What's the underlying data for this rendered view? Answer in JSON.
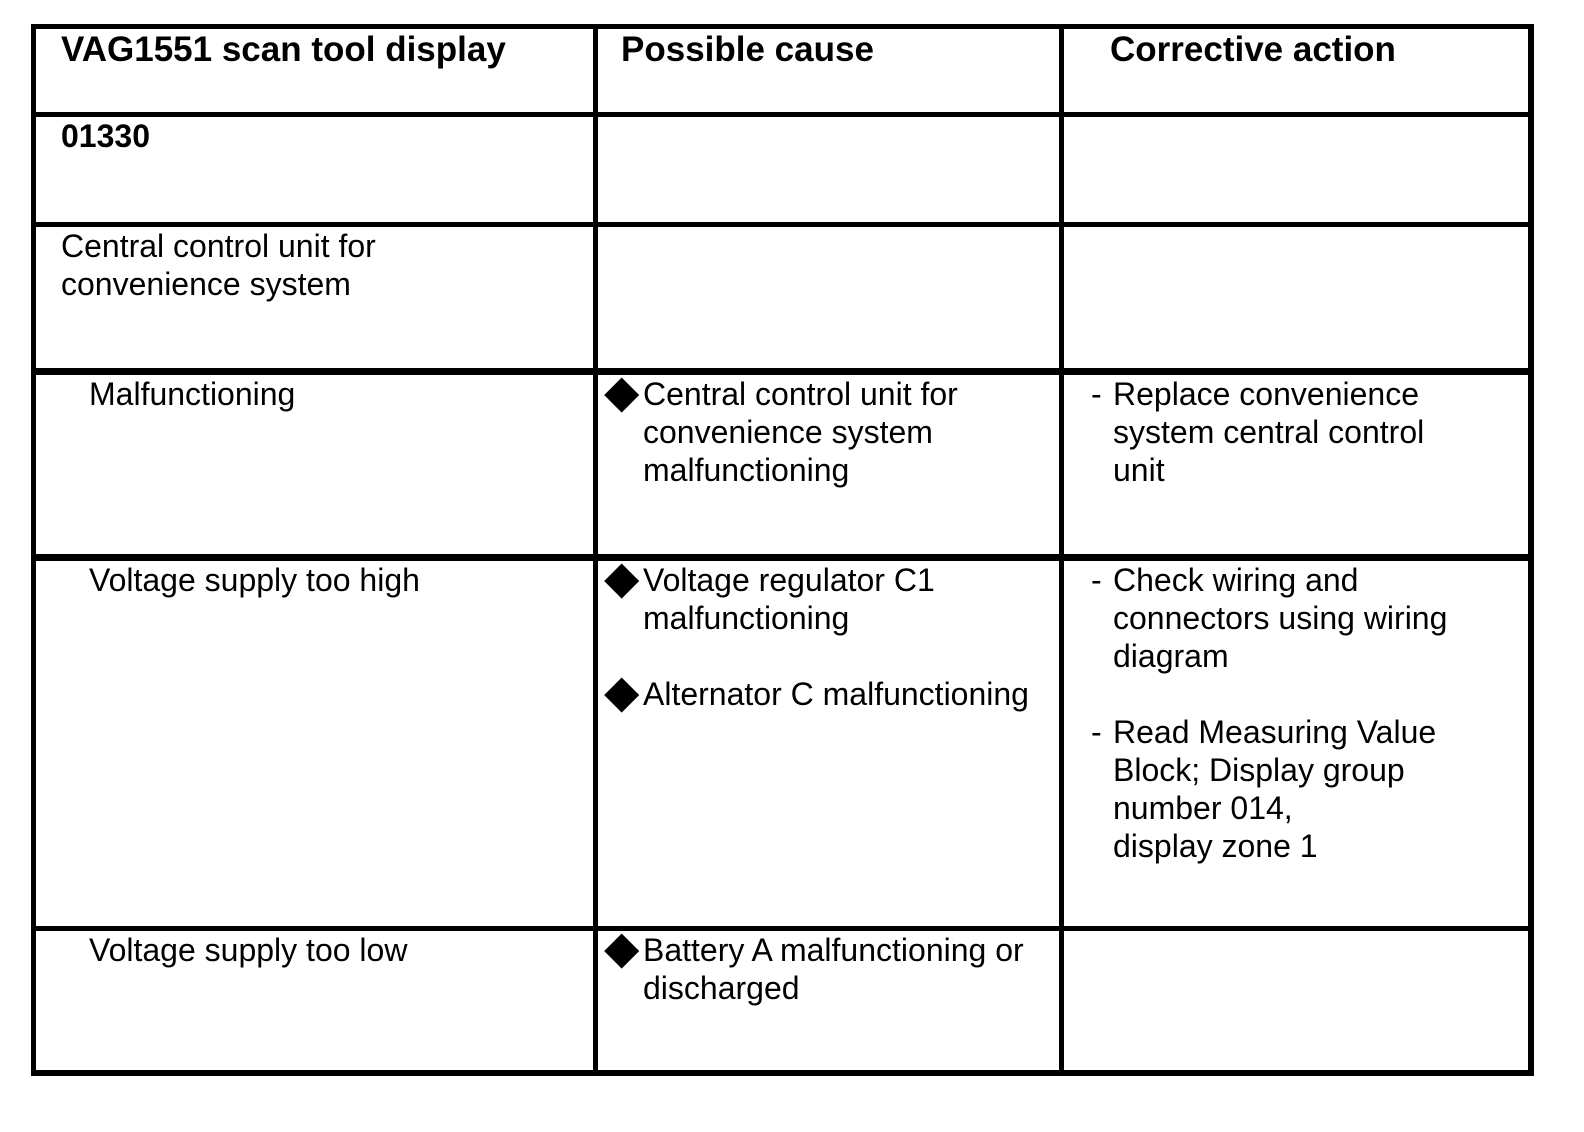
{
  "markers": {
    "diamond": "◆",
    "dash": "-"
  },
  "colors": {
    "text": "#000000",
    "background": "#ffffff",
    "border": "#000000"
  },
  "table": {
    "headers": [
      "VAG1551 scan tool display",
      "Possible cause",
      "Corrective action"
    ],
    "rows": [
      {
        "display": "01330"
      },
      {
        "display": "Central control unit for\nconvenience system"
      },
      {
        "display": "Malfunctioning",
        "causes": [
          "Central control unit for\nconvenience system\nmalfunctioning"
        ],
        "actions": [
          "Replace convenience\nsystem central control\nunit"
        ]
      },
      {
        "display": "Voltage supply too high",
        "causes": [
          "Voltage regulator C1\nmalfunctioning",
          "Alternator C malfunctioning"
        ],
        "actions": [
          "Check wiring and\nconnectors using wiring\ndiagram",
          "Read Measuring Value\nBlock; Display group\nnumber 014,\ndisplay zone 1"
        ]
      },
      {
        "display": "Voltage supply too low",
        "causes": [
          "Battery A malfunctioning or\ndischarged"
        ]
      }
    ]
  }
}
